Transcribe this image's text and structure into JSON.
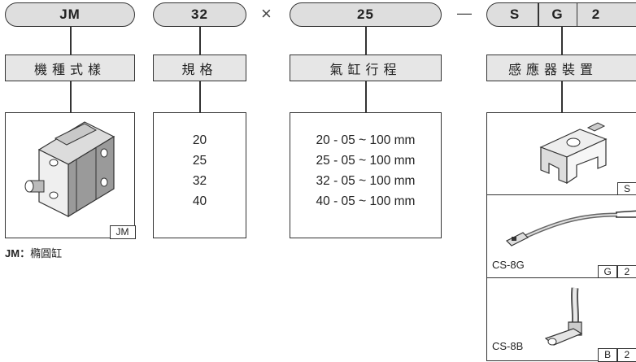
{
  "codes": {
    "model": "JM",
    "bore": "32",
    "stroke": "25",
    "sensor": [
      "S",
      "G",
      "2"
    ],
    "times_sign": "×",
    "dash_sign": "—"
  },
  "labels": {
    "model": "機種式樣",
    "bore": "規格",
    "stroke": "氣缸行程",
    "sensor": "感應器裝置"
  },
  "bore_sizes": [
    "20",
    "25",
    "32",
    "40"
  ],
  "strokes": [
    "20 - 05 ~ 100 mm",
    "25 - 05 ~ 100 mm",
    "32 - 05 ~ 100 mm",
    "40 - 05 ~ 100 mm"
  ],
  "model_box": {
    "tag": "JM"
  },
  "model_note": {
    "code": "JM",
    "separator": "：",
    "desc": "橢圓缸"
  },
  "sensors": [
    {
      "name": "",
      "tag": [
        "S"
      ],
      "icon": "sensor-bracket-icon"
    },
    {
      "name": "CS-8G",
      "tag": [
        "G",
        "2"
      ],
      "icon": "cable-sensor-icon"
    },
    {
      "name": "CS-8B",
      "tag": [
        "B",
        "2"
      ],
      "icon": "bent-sensor-icon"
    }
  ]
}
